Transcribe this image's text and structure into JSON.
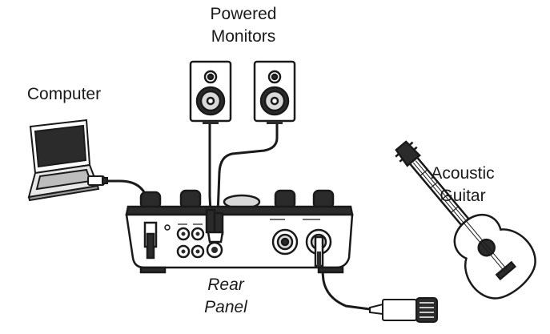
{
  "labels": {
    "monitors_line1": "Powered",
    "monitors_line2": "Monitors",
    "computer": "Computer",
    "guitar_line1": "Acoustic",
    "guitar_line2": "Guitar",
    "panel_line1": "Rear",
    "panel_line2": "Panel"
  },
  "colors": {
    "ink": "#1a1a1a",
    "fill_dark": "#2b2b2b",
    "fill_light": "#ffffff",
    "fill_grey": "#d9d9d9"
  }
}
